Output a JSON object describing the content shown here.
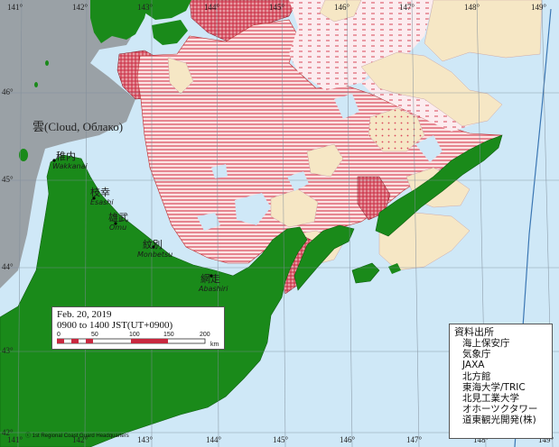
{
  "colors": {
    "sea": "#cfe8f7",
    "land": "#1a8a1a",
    "ice_pack": "#f6e7c5",
    "ice_hatch_red": "#d9475a",
    "ice_dense": "#e6aab0",
    "grid": "#7f8c99"
  },
  "cloud_label": "雲(Cloud, Облако)",
  "date_box": {
    "date": "Feb. 20, 2019",
    "time": "0900 to 1400 JST(UT+0900)",
    "scale_ticks": [
      "0",
      "50",
      "100",
      "150",
      "200"
    ],
    "scale_unit": "km"
  },
  "sources": {
    "title": "資料出所",
    "items": [
      "海上保安庁",
      "気象庁",
      "JAXA",
      "北方館",
      "東海大学/TRIC",
      "北見工業大学",
      "オホーツクタワー",
      "道東観光開発(株)"
    ]
  },
  "credit": "ⓒ 1st Regional Coast Guard Headquarters",
  "places": [
    {
      "id": "wakkanai",
      "jp": "稚内",
      "en": "Wakkanai"
    },
    {
      "id": "esashi",
      "jp": "枝幸",
      "en": "Esashi"
    },
    {
      "id": "omu",
      "jp": "雄武",
      "en": "Omu"
    },
    {
      "id": "monbetsu",
      "jp": "紋別",
      "en": "Monbetsu"
    },
    {
      "id": "abashiri",
      "jp": "網走",
      "en": "Abashiri"
    }
  ],
  "longitudes": [
    "141°",
    "142°",
    "143°",
    "144°",
    "145°",
    "146°",
    "147°",
    "148°",
    "149°"
  ],
  "top_longitudes": [
    "141°",
    "142°",
    "143°",
    "144°",
    "145°",
    "146°",
    "147°",
    "148°",
    "149°"
  ],
  "latitudes": [
    "46°",
    "45°",
    "44°",
    "43°",
    "42°"
  ]
}
